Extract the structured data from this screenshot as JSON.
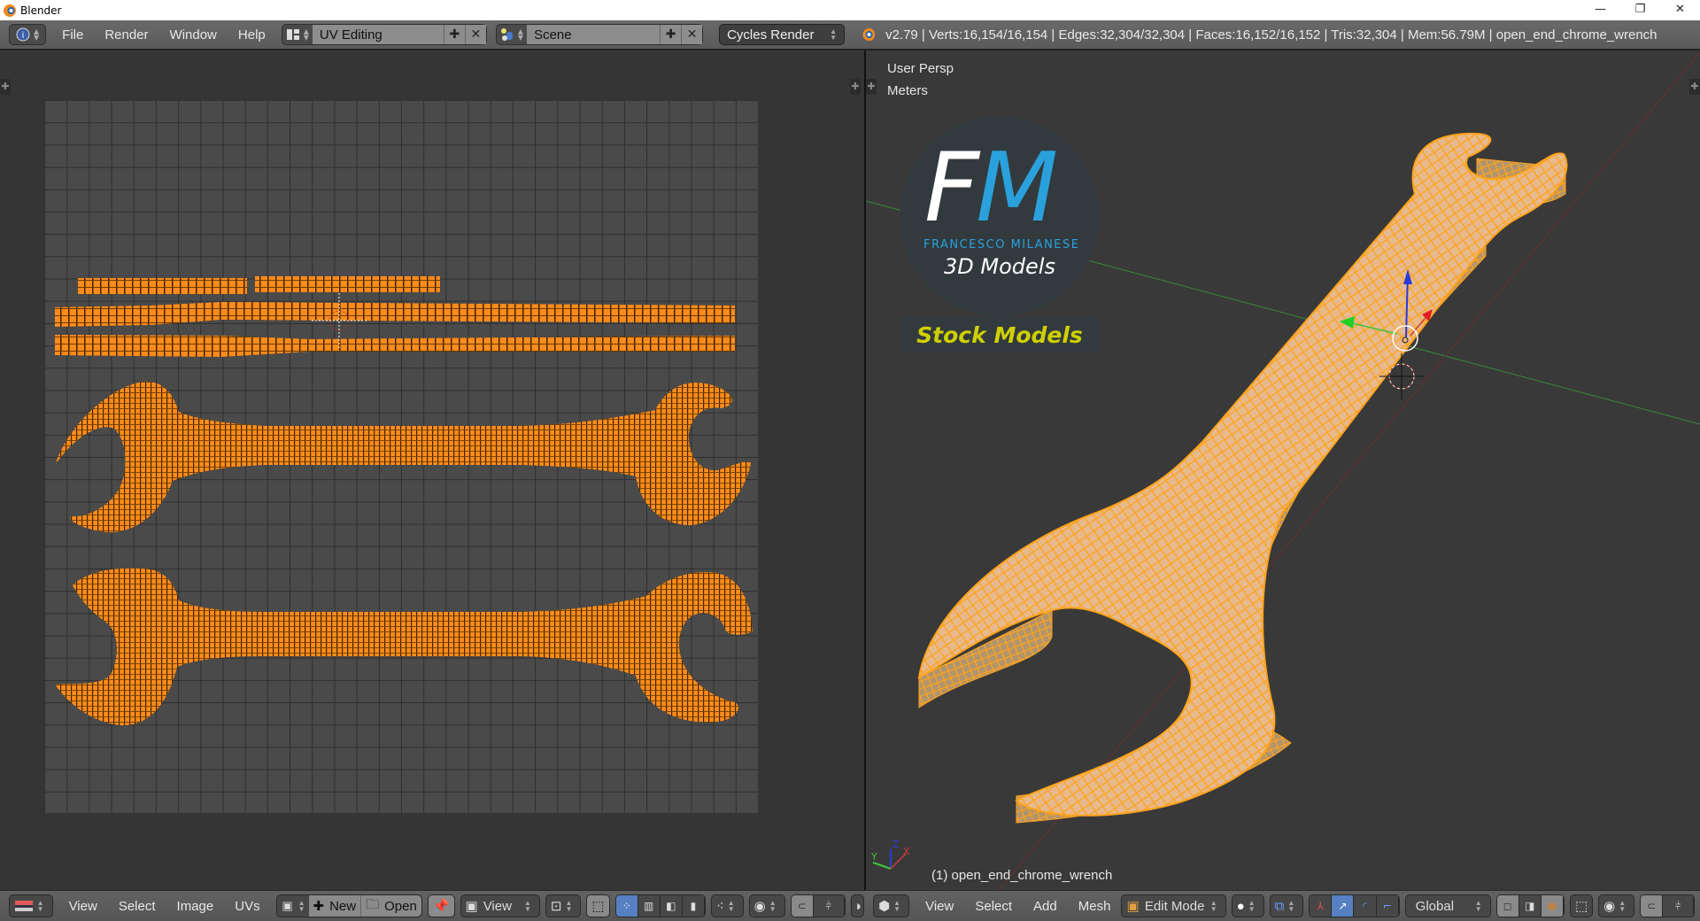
{
  "window": {
    "title": "Blender",
    "controls": {
      "minimize": "—",
      "maximize": "❐",
      "close": "✕"
    }
  },
  "top_header": {
    "editor_type_icon": "info-icon",
    "menus": [
      "File",
      "Render",
      "Window",
      "Help"
    ],
    "screen_layout": {
      "icon": "screen-layout-icon",
      "value": "UV Editing"
    },
    "scene": {
      "icon": "scene-icon",
      "value": "Scene"
    },
    "render_engine": "Cycles Render",
    "stats": "v2.79 | Verts:16,154/16,154 | Edges:32,304/32,304 | Faces:16,152/16,152 | Tris:32,304 | Mem:56.79M | open_end_chrome_wrench",
    "add_symbol": "✚",
    "remove_symbol": "✕"
  },
  "uv_editor": {
    "grid_color": "#4a4a4a",
    "uv_color": "#ff8c1a",
    "footer": {
      "menus": [
        "View",
        "Select",
        "Image",
        "UVs"
      ],
      "new_label": "New",
      "open_label": "Open",
      "view_label": "View"
    }
  },
  "viewport": {
    "view_name": "User Persp",
    "units": "Meters",
    "object_label": "(1) open_end_chrome_wrench",
    "watermark": {
      "letter_f": "F",
      "letter_m": "M",
      "name": "FRANCESCO MILANESE",
      "subtitle": "3D Models",
      "banner": "Stock Models"
    },
    "axes": {
      "x": "X",
      "y": "Y",
      "z": "Z"
    },
    "footer": {
      "menus": [
        "View",
        "Select",
        "Add",
        "Mesh"
      ],
      "mode": "Edit Mode",
      "orientation": "Global"
    },
    "colors": {
      "mesh": "#e8b98c",
      "wire": "#ffa31a",
      "axis_x": "#d23c3c",
      "axis_y": "#3ec43e",
      "axis_z": "#2a3cd8"
    }
  }
}
